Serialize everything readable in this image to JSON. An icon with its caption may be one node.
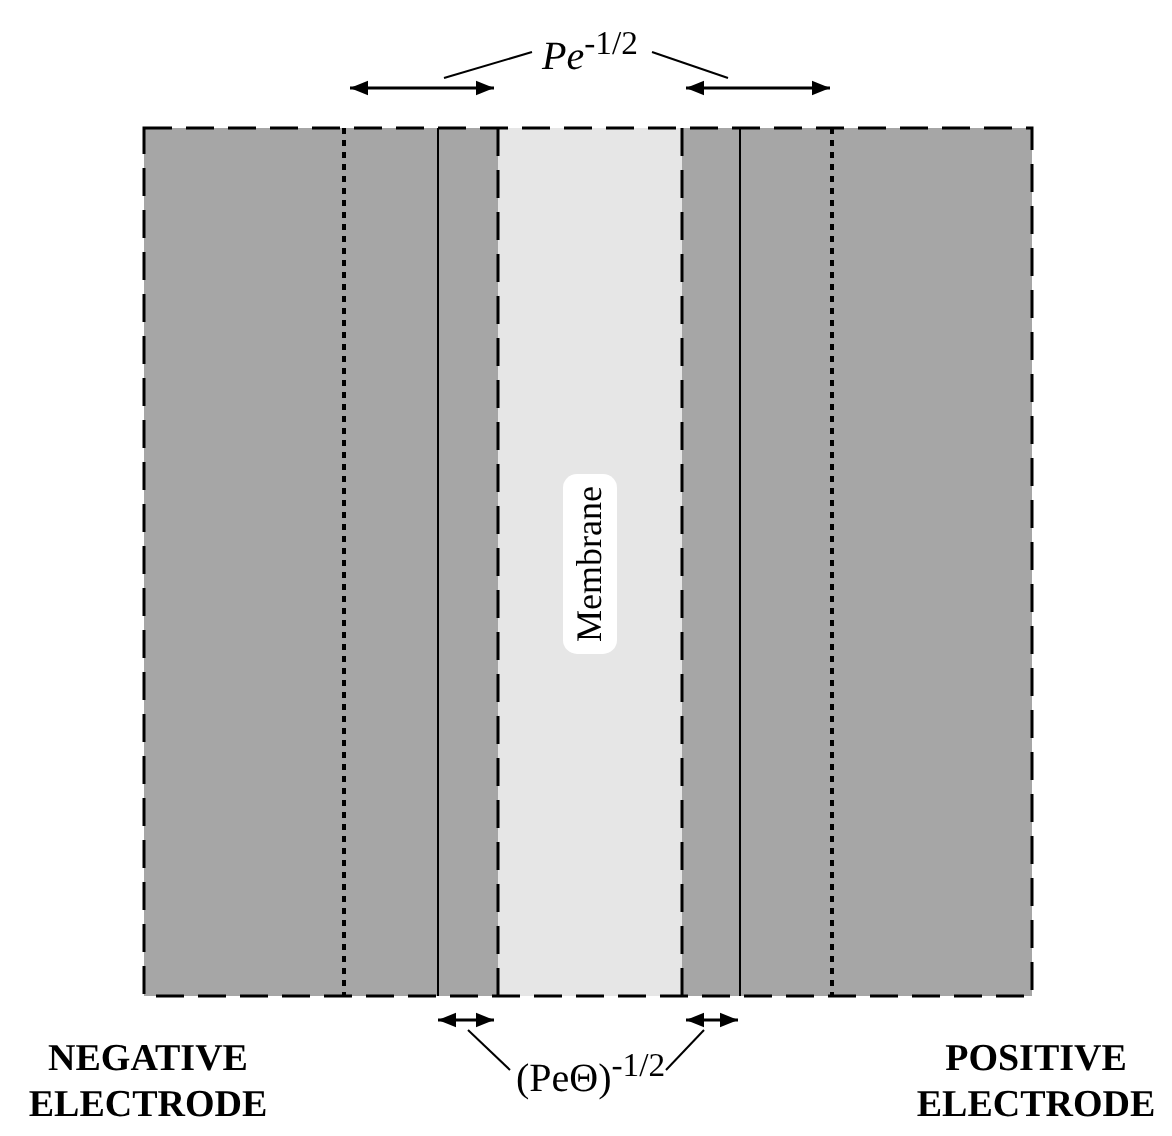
{
  "diagram": {
    "nodes": [
      {
        "text": [
          "Membrane"
        ]
      },
      {
        "text": [
          "*Pe*$^{-1/2}$"
        ]
      },
      {
        "text": [
          "(PeΘ)$^{-1/2}$"
        ]
      },
      {
        "text": [],
        "shape": "arrow"
      },
      {
        "text": [],
        "shape": "arrow"
      },
      {
        "text": [],
        "shape": "arrow"
      },
      {
        "text": [],
        "shape": "arrow"
      }
    ],
    "edges": [
      {
        "from": 1,
        "to": 3,
        "arrow": "none"
      },
      {
        "from": 1,
        "to": 4,
        "arrow": "none"
      },
      {
        "from": 2,
        "to": 5,
        "arrow": "none"
      },
      {
        "from": 2,
        "to": 6,
        "arrow": "none"
      }
    ],
    "labels": [
      "NEGATIVE ELECTRODE",
      "POSITIVE ELECTRODE"
    ]
  }
}
